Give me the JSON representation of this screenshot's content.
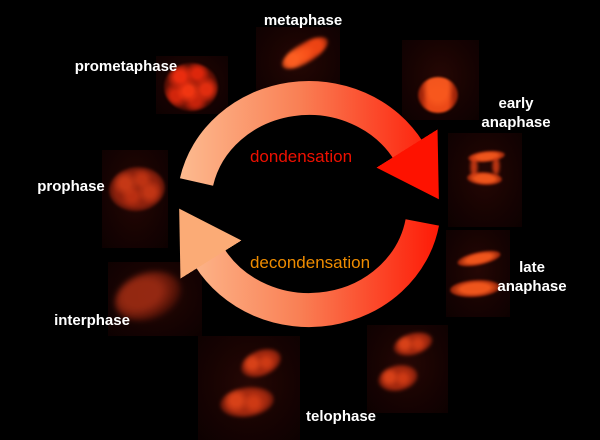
{
  "figure": {
    "background_color": "#000000",
    "phase_label_color": "#ffffff",
    "phases": [
      {
        "id": "metaphase",
        "label": "metaphase"
      },
      {
        "id": "early-anaphase",
        "label": "early\nanaphase"
      },
      {
        "id": "late-anaphase",
        "label": "late\nanaphase"
      },
      {
        "id": "telophase",
        "label": "telophase"
      },
      {
        "id": "interphase",
        "label": "interphase"
      },
      {
        "id": "prophase",
        "label": "prophase"
      },
      {
        "id": "prometaphase",
        "label": "prometaphase"
      }
    ],
    "cycle": {
      "condensation_label": "dondensation",
      "condensation_color": "#ee1000",
      "decondensation_label": "decondensation",
      "decondensation_color": "#ef8c00",
      "arrow_gradient": [
        "#fdbd92",
        "#f98055",
        "#fe1200"
      ],
      "arrowhead_red": "#fe1200",
      "arrowhead_orange": "#fbab76",
      "direction": "clockwise"
    },
    "micrographs": [
      {
        "id": "metaphase-micrograph"
      },
      {
        "id": "early-anaphase-upper-micrograph"
      },
      {
        "id": "early-anaphase-lower-micrograph"
      },
      {
        "id": "late-anaphase-micrograph"
      },
      {
        "id": "telophase-right-micrograph"
      },
      {
        "id": "telophase-left-micrograph"
      },
      {
        "id": "interphase-micrograph"
      },
      {
        "id": "prophase-micrograph"
      },
      {
        "id": "prometaphase-micrograph"
      }
    ]
  }
}
